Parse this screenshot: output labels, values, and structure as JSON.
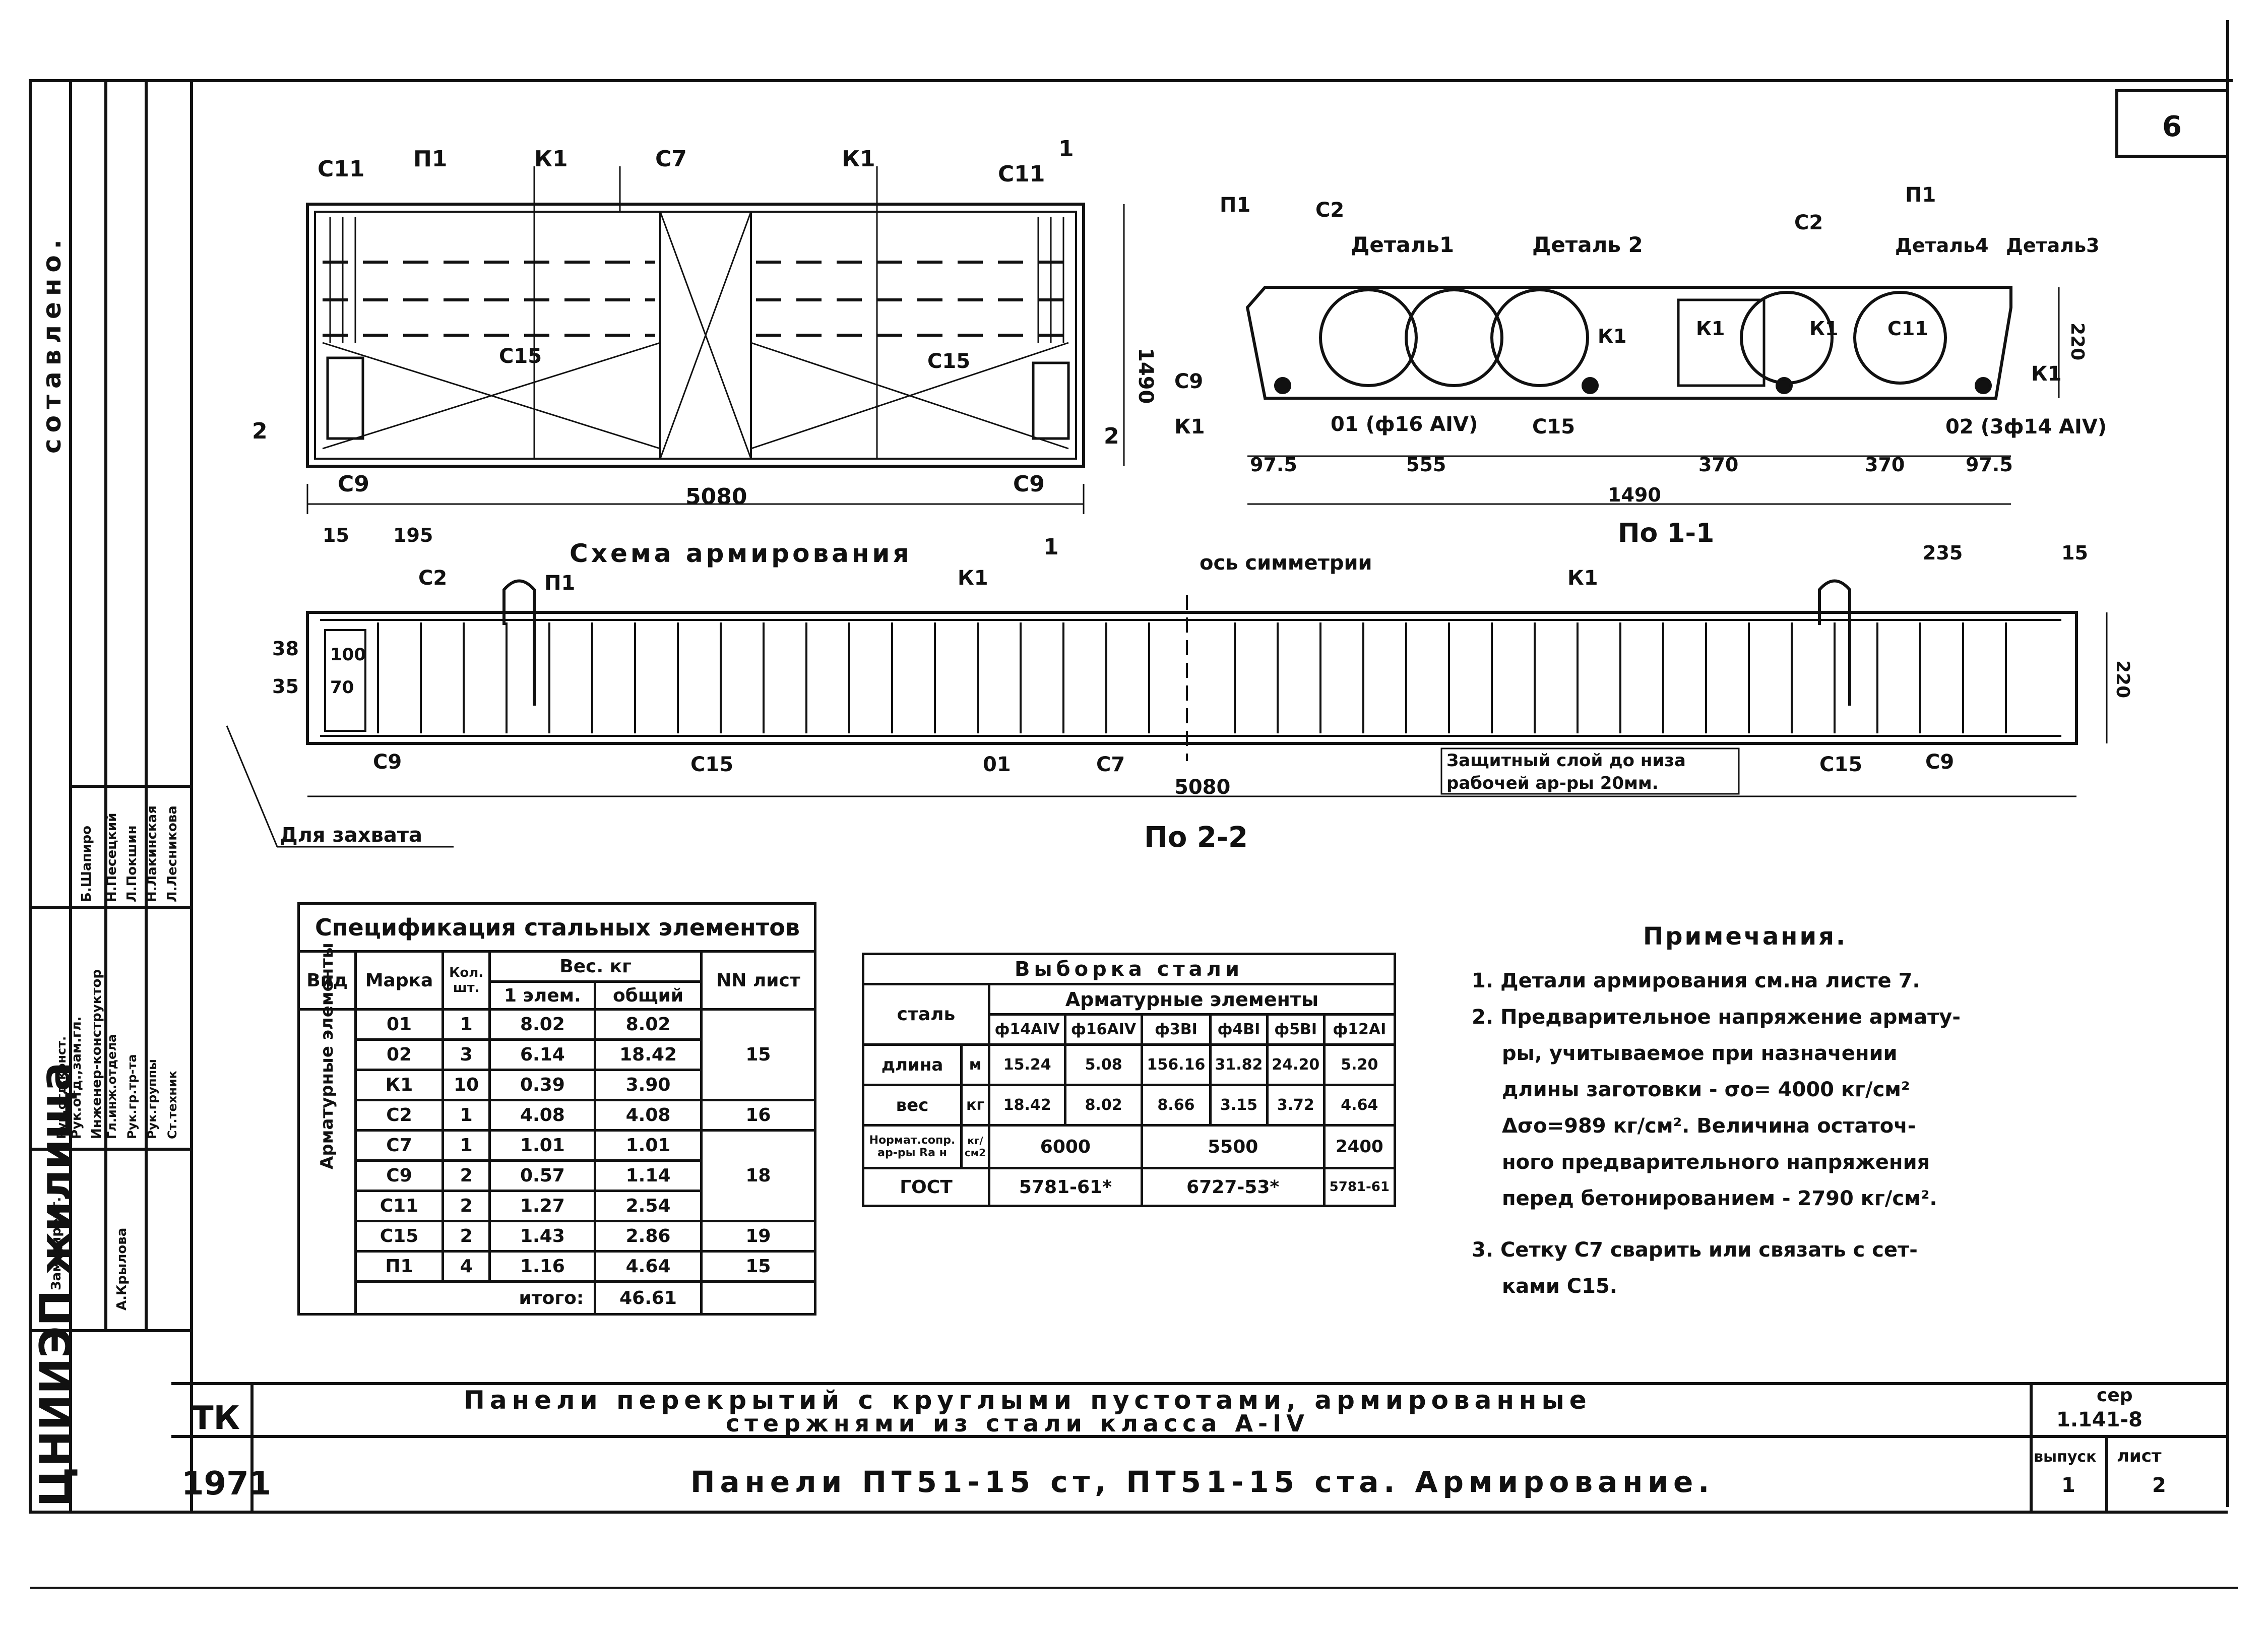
{
  "sheet_number": "6",
  "top_plan": {
    "labels": {
      "c11_left": "С11",
      "p1": "П1",
      "k1_left": "К1",
      "c7": "С7",
      "k1_right": "К1",
      "c11_right": "С11",
      "section_mark": "1",
      "c15_left": "С15",
      "c15_right": "С15",
      "c9_left": "С9",
      "c9_right": "С9",
      "marker2_left": "2",
      "marker2_right": "2"
    },
    "dims": {
      "width": "1490",
      "length": "5080"
    }
  },
  "section_1_1": {
    "labels": {
      "p1_a": "П1",
      "c2_a": "С2",
      "detail1": "Деталь1",
      "detail2": "Деталь 2",
      "c2_b": "С2",
      "p1_b": "П1",
      "detail4": "Деталь4",
      "detail3": "Деталь3",
      "k1_a": "К1",
      "k1_b": "К1",
      "k1_c": "К1",
      "c11": "С11",
      "c9": "С9",
      "k1_left": "К1",
      "k1_right": "К1",
      "bar01": "01 (ф16 АIV)",
      "c15": "С15",
      "bar02": "02 (3ф14 АIV)"
    },
    "dims": {
      "a": "97.5",
      "b": "555",
      "c": "370",
      "d": "370",
      "e": "97.5",
      "total": "1490",
      "height": "220"
    },
    "caption": "По 1-1"
  },
  "section_2_2": {
    "title": "Схема армирования",
    "section_mark": "1",
    "labels": {
      "c2": "С2",
      "p1": "П1",
      "k1_left": "К1",
      "axis": "ось симметрии",
      "k1_right": "К1",
      "c9_left": "С9",
      "c15": "С15",
      "bar01": "01",
      "c7": "С7",
      "c15_right": "С15",
      "c9_right": "С9",
      "grip": "Для захвата"
    },
    "dims": {
      "left_a": "15",
      "left_b": "195",
      "right_a": "235",
      "right_b": "15",
      "height": "220",
      "h100": "100",
      "h70": "70",
      "h38": "38",
      "h35": "35",
      "length": "5080"
    },
    "cover_note": [
      "Защитный слой до низа",
      "рабочей ар-ры 20мм."
    ],
    "caption": "По 2-2"
  },
  "spec_table": {
    "title": "Спецификация стальных элементов",
    "headers": {
      "kind": "Вид",
      "mark": "Марка",
      "qty": "Кол. шт.",
      "weight": "Вес. кг",
      "one": "1 элем.",
      "total": "общий",
      "sheet": "NN лист"
    },
    "group_label": "Арматурные элементы",
    "rows": [
      {
        "mark": "01",
        "qty": "1",
        "one": "8.02",
        "total": "8.02",
        "sheet": ""
      },
      {
        "mark": "02",
        "qty": "3",
        "one": "6.14",
        "total": "18.42",
        "sheet": "15"
      },
      {
        "mark": "К1",
        "qty": "10",
        "one": "0.39",
        "total": "3.90",
        "sheet": ""
      },
      {
        "mark": "С2",
        "qty": "1",
        "one": "4.08",
        "total": "4.08",
        "sheet": "16"
      },
      {
        "mark": "С7",
        "qty": "1",
        "one": "1.01",
        "total": "1.01",
        "sheet": ""
      },
      {
        "mark": "С9",
        "qty": "2",
        "one": "0.57",
        "total": "1.14",
        "sheet": "18"
      },
      {
        "mark": "С11",
        "qty": "2",
        "one": "1.27",
        "total": "2.54",
        "sheet": ""
      },
      {
        "mark": "С15",
        "qty": "2",
        "one": "1.43",
        "total": "2.86",
        "sheet": "19"
      },
      {
        "mark": "П1",
        "qty": "4",
        "one": "1.16",
        "total": "4.64",
        "sheet": "15"
      }
    ],
    "total_label": "итого:",
    "total_value": "46.61"
  },
  "steel_table": {
    "title": "Выборка стали",
    "col_steel": "сталь",
    "col_group": "Арматурные элементы",
    "cols": [
      "ф14АIV",
      "ф16АIV",
      "ф3ВI",
      "ф4ВI",
      "ф5ВI",
      "ф12АI"
    ],
    "row_length": {
      "label": "длина",
      "unit": "м",
      "values": [
        "15.24",
        "5.08",
        "156.16",
        "31.82",
        "24.20",
        "5.20"
      ]
    },
    "row_weight": {
      "label": "вес",
      "unit": "кг",
      "values": [
        "18.42",
        "8.02",
        "8.66",
        "3.15",
        "3.72",
        "4.64"
      ]
    },
    "row_norm": {
      "label": "Нормат.сопр. ар-ры Rа н",
      "unit": "кг/см2",
      "v1": "6000",
      "v2": "5500",
      "v3": "2400"
    },
    "row_gost": {
      "label": "ГОСТ",
      "v1": "5781-61*",
      "v2": "6727-53*",
      "v3": "5781-61"
    }
  },
  "notes": {
    "title": "Примечания.",
    "lines": [
      "1. Детали армирования см.на листе 7.",
      "2. Предварительное напряжение армату-",
      "ры, учитываемое при назначении",
      "длины заготовки - σо= 4000 кг/см²",
      "Δσо=989 кг/см².    Величина остаточ-",
      "ного предварительного напряжения",
      "перед бетонированием - 2790 кг/см².",
      "3. Сетку С7 сварить или связать с сет-",
      "ками С15."
    ]
  },
  "title_block": {
    "tk": "ТК",
    "year": "1971",
    "title_line1": "Панели перекрытий с круглыми пустотами, армированные",
    "title_line2": "стержнями из стали класса А-IV",
    "title_line3": "Панели ПТ51-15 ст, ПТ51-15 ста. Армирование.",
    "series_label": "сер",
    "series_value": "1.141-8",
    "issue_label": "выпуск",
    "issue_value": "1",
    "sheet_label": "лист",
    "sheet_value": "2"
  },
  "side_stamp": {
    "org": "ЦНИИЭП жилища",
    "vertical_top": "сотавлено.",
    "roles": [
      "Зам.директ.",
      "Рук.отд.,зам.гл.",
      "Инженер-конструктор",
      "А.Крылова",
      "Рук.отд.конст.",
      "Гл.инж.отдела",
      "Рук.гр.тр-та",
      "Рук.группы",
      "Ст.техник"
    ],
    "names": [
      "Б.Шапиро",
      "Н.Песецкий",
      "Л.Покшин",
      "Н.Лакинская",
      "Л.Лесникова"
    ]
  }
}
